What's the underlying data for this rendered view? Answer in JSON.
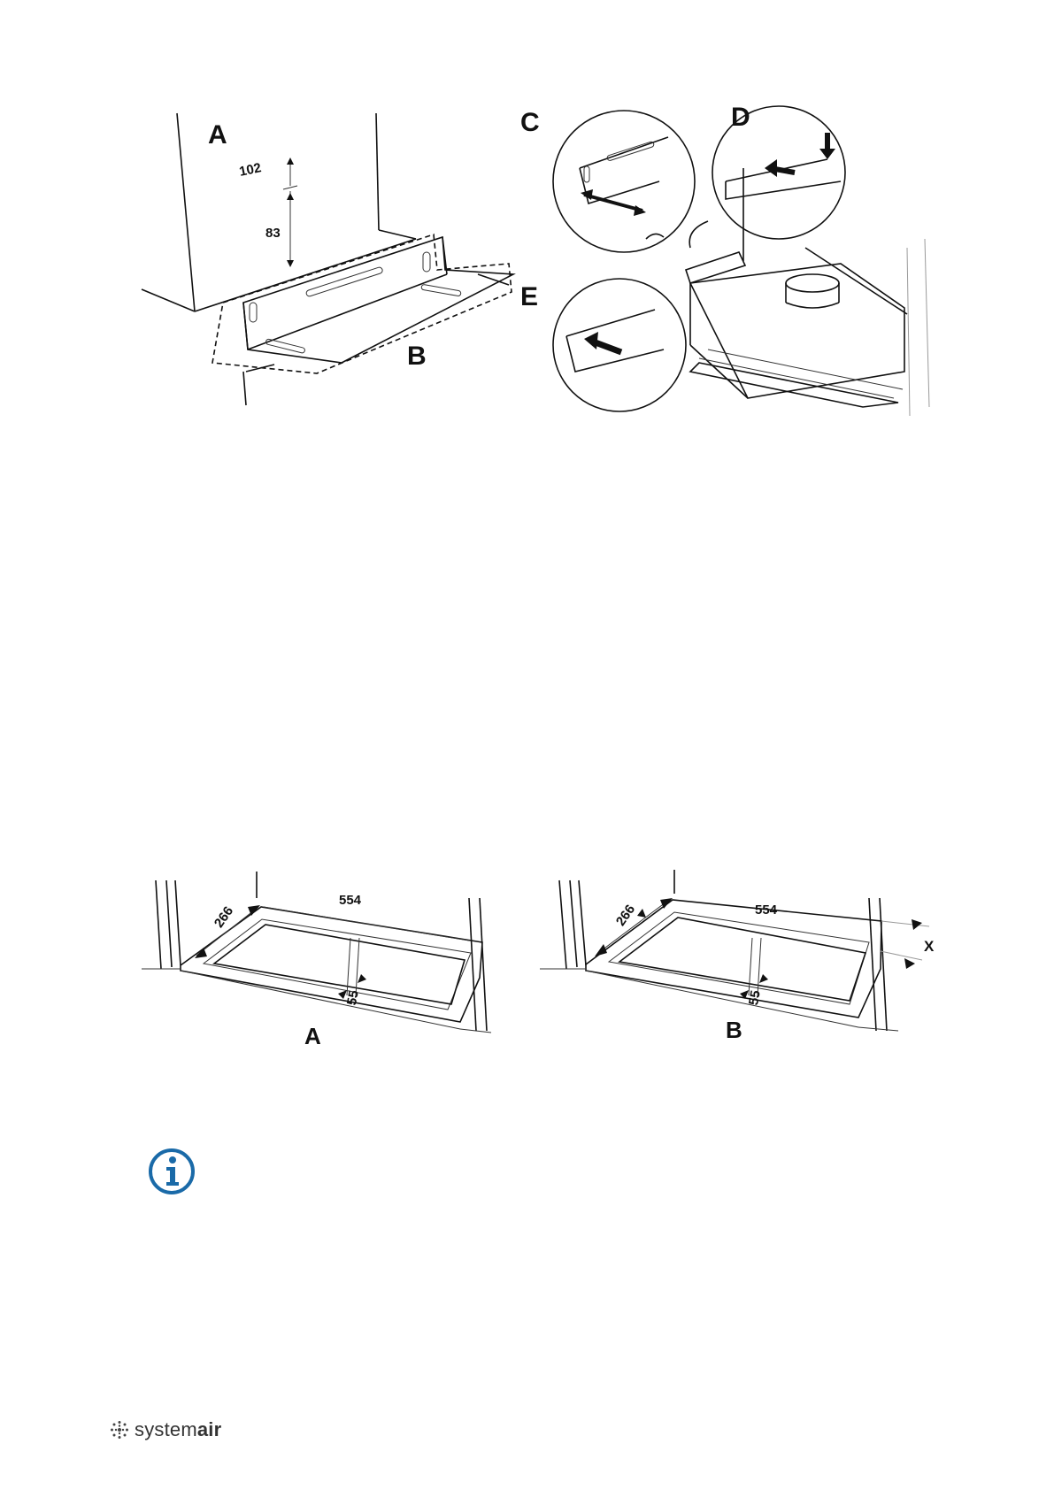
{
  "figure_top_left": {
    "label_wall": "A",
    "label_bracket": "B",
    "dim_upper": "102",
    "dim_lower": "83"
  },
  "figure_top_right": {
    "label_c": "C",
    "label_d": "D",
    "label_e": "E"
  },
  "figure_bottom_left": {
    "dim_depth": "266",
    "dim_width": "554",
    "dim_gap": "55",
    "label": "A"
  },
  "figure_bottom_right": {
    "dim_depth": "266",
    "dim_width": "554",
    "dim_gap": "55",
    "dim_x": "X",
    "label": "B"
  },
  "info_icon": "info-icon",
  "brand": {
    "logo_icon": "systemair-dots-icon",
    "name_part1": "system",
    "name_part2": "air"
  }
}
